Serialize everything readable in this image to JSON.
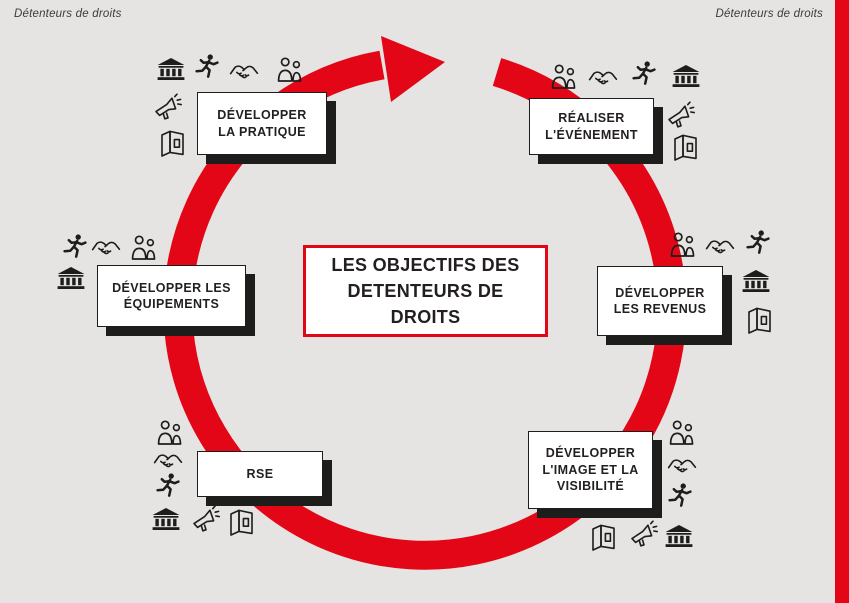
{
  "page": {
    "background_color": "#e5e4e2",
    "accent_red": "#e30617",
    "ink_color": "#231f20"
  },
  "header": {
    "left_label": "Détenteurs de droits",
    "right_label": "Détenteurs de droits"
  },
  "center_box": {
    "lines": [
      "LES OBJECTIFS DES",
      "DETENTEURS DE",
      "DROITS"
    ]
  },
  "nodes": [
    {
      "id": "develop-practice",
      "lines": [
        "DÉVELOPPER",
        "LA PRATIQUE"
      ],
      "icons": [
        "bank",
        "runner",
        "handshake",
        "people",
        "megaphone",
        "brochure"
      ]
    },
    {
      "id": "realize-event",
      "lines": [
        "RÉALISER",
        "L'ÉVÉNEMENT"
      ],
      "icons": [
        "people",
        "handshake",
        "runner",
        "bank",
        "megaphone",
        "brochure"
      ]
    },
    {
      "id": "develop-revenues",
      "lines": [
        "DÉVELOPPER",
        "LES REVENUS"
      ],
      "icons": [
        "people",
        "handshake",
        "runner",
        "bank",
        "brochure"
      ]
    },
    {
      "id": "develop-image-visibility",
      "lines": [
        "DÉVELOPPER",
        "L'IMAGE ET LA",
        "VISIBILITÉ"
      ],
      "icons": [
        "people",
        "handshake",
        "runner",
        "brochure",
        "megaphone",
        "bank"
      ]
    },
    {
      "id": "rse",
      "lines": [
        "RSE"
      ],
      "icons": [
        "people",
        "handshake",
        "runner",
        "bank",
        "megaphone",
        "brochure"
      ]
    },
    {
      "id": "develop-equipment",
      "lines": [
        "DÉVELOPPER LES",
        "ÉQUIPEMENTS"
      ],
      "icons": [
        "runner",
        "handshake",
        "people",
        "bank"
      ]
    }
  ],
  "icon_legend": {
    "bank": "institution-building",
    "runner": "running-person",
    "handshake": "partnership-handshake",
    "people": "community-group",
    "megaphone": "communication-megaphone",
    "brochure": "open-brochure"
  }
}
